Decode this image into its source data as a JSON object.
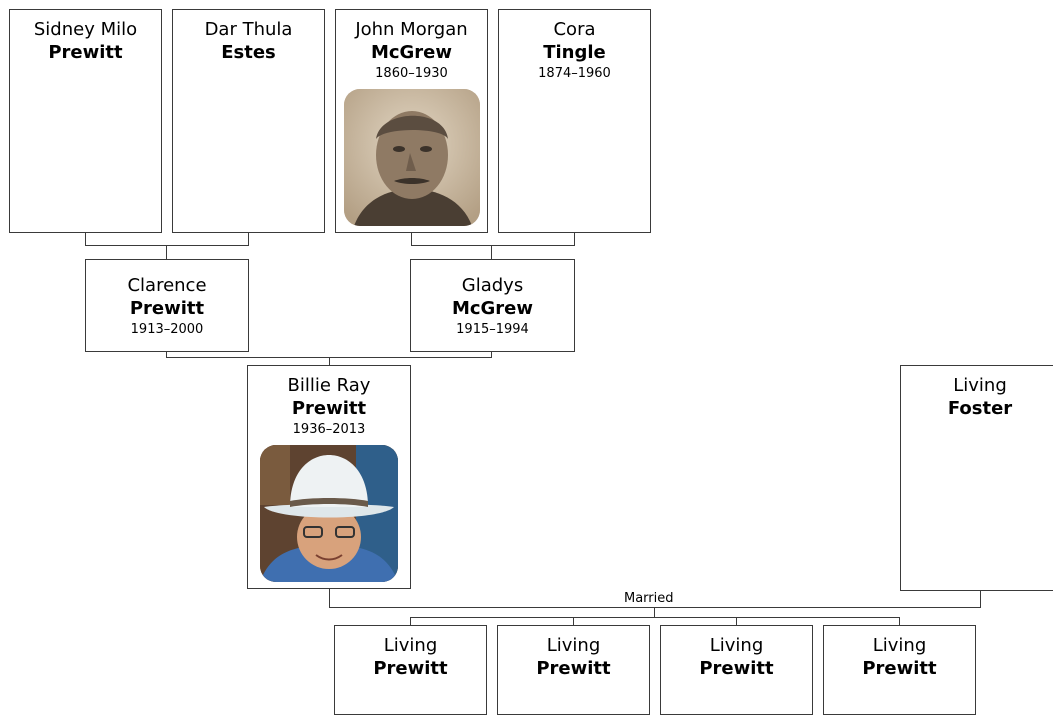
{
  "people": {
    "sidney": {
      "given": "Sidney Milo",
      "surname": "Prewitt",
      "dates": ""
    },
    "dar": {
      "given": "Dar Thula",
      "surname": "Estes",
      "dates": ""
    },
    "john": {
      "given": "John Morgan",
      "surname": "McGrew",
      "dates": "1860–1930"
    },
    "cora": {
      "given": "Cora",
      "surname": "Tingle",
      "dates": "1874–1960"
    },
    "clarence": {
      "given": "Clarence",
      "surname": "Prewitt",
      "dates": "1913–2000"
    },
    "gladys": {
      "given": "Gladys",
      "surname": "McGrew",
      "dates": "1915–1994"
    },
    "billie": {
      "given": "Billie Ray",
      "surname": "Prewitt",
      "dates": "1936–2013"
    },
    "foster": {
      "given": "Living",
      "surname": "Foster",
      "dates": ""
    },
    "child1": {
      "given": "Living",
      "surname": "Prewitt",
      "dates": ""
    },
    "child2": {
      "given": "Living",
      "surname": "Prewitt",
      "dates": ""
    },
    "child3": {
      "given": "Living",
      "surname": "Prewitt",
      "dates": ""
    },
    "child4": {
      "given": "Living",
      "surname": "Prewitt",
      "dates": ""
    }
  },
  "marriage_label": "Married"
}
